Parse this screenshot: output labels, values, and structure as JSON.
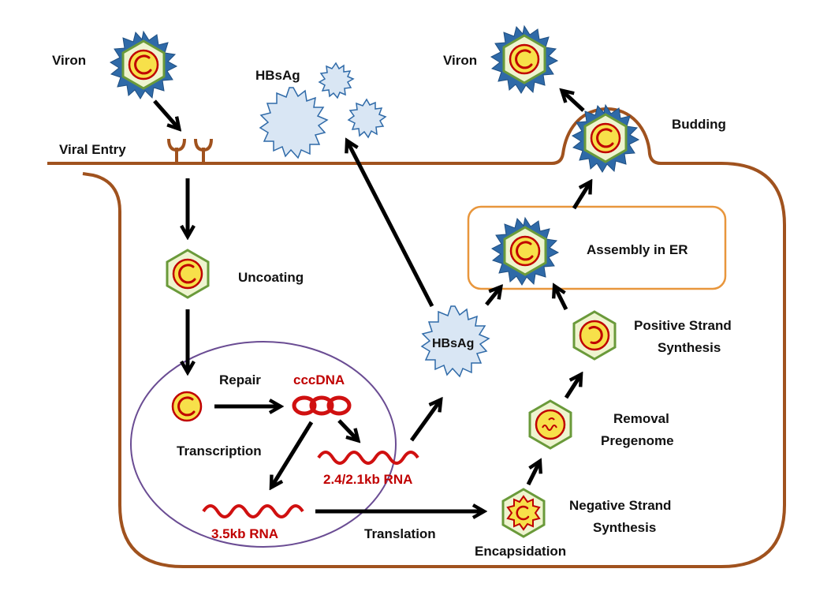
{
  "labels": {
    "viron_left": "Viron",
    "viron_right": "Viron",
    "hbsag_top": "HBsAg",
    "hbsag_mid": "HBsAg",
    "viral_entry": "Viral Entry",
    "budding": "Budding",
    "uncoating": "Uncoating",
    "assembly_er": "Assembly in ER",
    "repair": "Repair",
    "cccdna": "cccDNA",
    "transcription": "Transcription",
    "rna_small": "2.4/2.1kb RNA",
    "rna_large": "3.5kb RNA",
    "translation": "Translation",
    "positive_strand_1": "Positive Strand",
    "positive_strand_2": "Synthesis",
    "removal_1": "Removal",
    "removal_2": "Pregenome",
    "negative_strand_1": "Negative Strand",
    "negative_strand_2": "Synthesis",
    "encapsidation": "Encapsidation"
  },
  "colors": {
    "membrane": "#a0521e",
    "er_border": "#e8963c",
    "nucleus_border": "#6a4c93",
    "spike_blue": "#2f6aa8",
    "capsid_green": "#6a9a3a",
    "capsid_fill": "#eef4cf",
    "core_yellow": "#f7e04a",
    "dna_red": "#d01010",
    "hbsag_fill": "#d9e6f4",
    "arrow": "#000000"
  }
}
